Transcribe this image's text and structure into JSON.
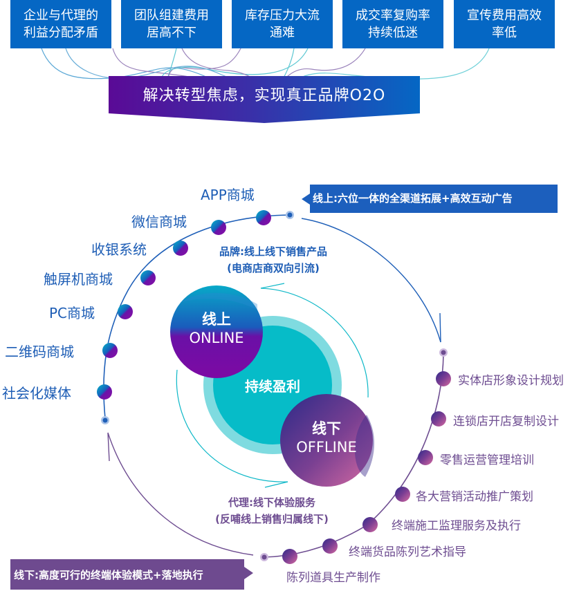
{
  "pain_points": [
    {
      "line1": "企业与代理的",
      "line2": "利益分配矛盾"
    },
    {
      "line1": "团队组建费用",
      "line2": "居高不下"
    },
    {
      "line1": "库存压力大流",
      "line2": "通难"
    },
    {
      "line1": "成交率复购率",
      "line2": "持续低迷"
    },
    {
      "line1": "宣传费用高效",
      "line2": "率低"
    }
  ],
  "banner": {
    "text": "解决转型焦虑，实现真正品牌O2O"
  },
  "online_tag": {
    "text": "线上:六位一体的全渠道拓展+高效互动广告"
  },
  "offline_tag": {
    "text": "线下:高度可行的终端体验模式+落地执行"
  },
  "online_channels": [
    "APP商城",
    "微信商城",
    "收银系统",
    "触屏机商城",
    "PC商城",
    "二维码商城",
    "社会化媒体"
  ],
  "offline_services": [
    "实体店形象设计规划",
    "连锁店开店复制设计",
    "零售运营管理培训",
    "各大营销活动推广策划",
    "终端施工监理服务及执行",
    "终端货品陈列艺术指导",
    "陈列道具生产制作"
  ],
  "brand_note": {
    "line1": "品牌:线上线下销售产品",
    "line2": "(电商店商双向引流)"
  },
  "agent_note": {
    "line1": "代理:线下体验服务",
    "line2": "(反哺线上销售归属线下)"
  },
  "center": {
    "label": "持续盈利"
  },
  "online_circle": {
    "cn": "线上",
    "en": "ONLINE"
  },
  "offline_circle": {
    "cn": "线下",
    "en": "OFFLINE"
  },
  "colors": {
    "blue": "#0567c4",
    "online_text": "#1d5db5",
    "offline_purple": "#6e4d91",
    "teal": "#06bcc8",
    "teal_light": "#7fdbe0"
  }
}
